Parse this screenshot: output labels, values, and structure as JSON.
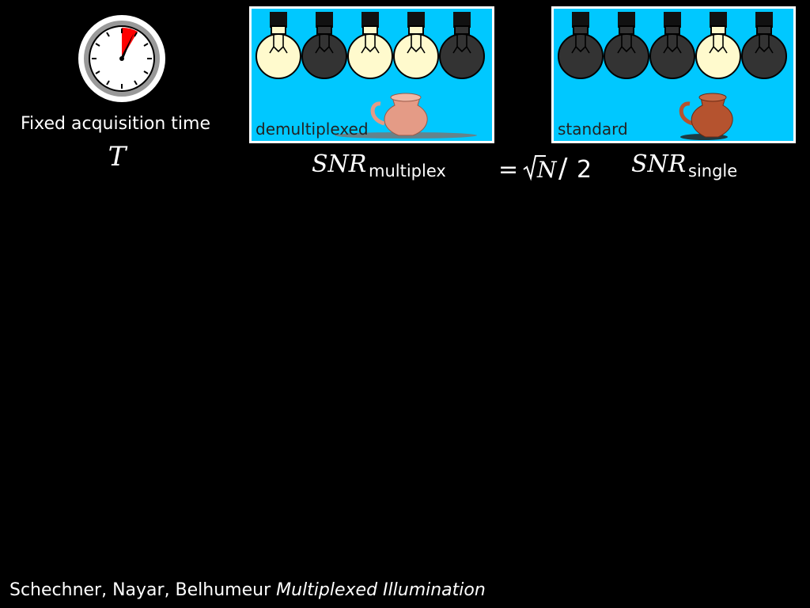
{
  "stopwatch": {
    "icon": "stopwatch-icon",
    "face_color": "#ffffff",
    "ring_color": "#999999",
    "elapsed_color": "#ff0000"
  },
  "left_text": {
    "caption": "Fixed acquisition time",
    "variable": "T"
  },
  "panels": [
    {
      "label": "demultiplexed",
      "bulbs": [
        "on",
        "off",
        "on",
        "on",
        "off"
      ],
      "background_color": "#00c8ff"
    },
    {
      "label": "standard",
      "bulbs": [
        "off",
        "off",
        "off",
        "on",
        "off"
      ],
      "background_color": "#00c8ff"
    }
  ],
  "equation": {
    "lhs_symbol": "SNR",
    "lhs_subscript": "multiplex",
    "equals": "=",
    "radicand": "N",
    "slash": "/",
    "denominator": "2",
    "rhs_symbol": "SNR",
    "rhs_subscript": "single"
  },
  "footer": {
    "authors": "Schechner, Nayar, Belhumeur",
    "title": "Multiplexed Illumination"
  },
  "colors": {
    "background": "#000000",
    "panel": "#00c8ff",
    "bulb_on": "#fffacd",
    "bulb_off": "#333333",
    "pot_demux": "#e49b86",
    "pot_standard": "#b5532f"
  }
}
